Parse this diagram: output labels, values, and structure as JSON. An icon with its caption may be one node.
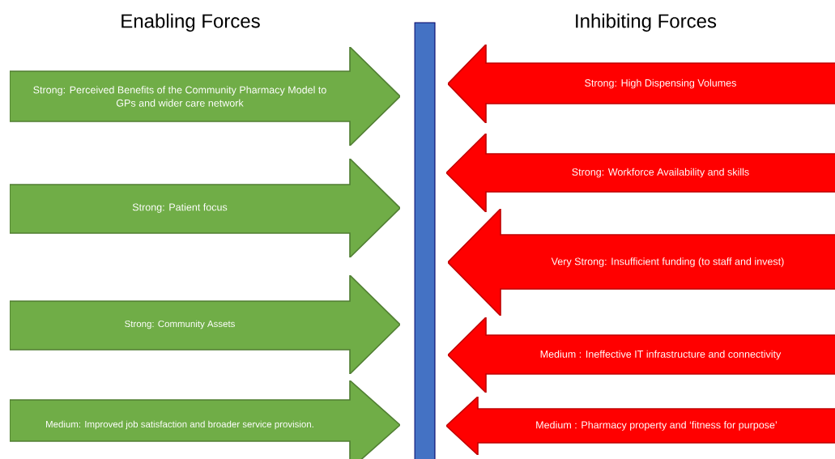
{
  "diagram": {
    "nodes": [
      {
        "text": [
          "Strong: Perceived Benefits of the Community Pharmacy Model to GPs and wider care network"
        ]
      },
      {
        "text": [
          "Strong: Patient focus"
        ]
      },
      {
        "text": [
          "Strong: Community Assets"
        ]
      },
      {
        "text": [
          "Medium: Improved job satisfaction and broader service provision."
        ]
      },
      {
        "text": [],
        "shape": "bar"
      },
      {
        "text": [
          "Strong: High Dispensing Volumes"
        ]
      },
      {
        "text": [
          "Strong: Workforce Availability and skills"
        ]
      },
      {
        "text": [
          "Very Strong: Insufficient funding (to staff and invest)"
        ]
      },
      {
        "text": [
          "Medium : Ineffective IT infrastructure and connectivity"
        ]
      },
      {
        "text": [
          "Medium : Pharmacy property and ‘fitness for purpose’"
        ]
      }
    ],
    "labels": [
      "Enabling Forces",
      "Inhibiting Forces"
    ]
  }
}
